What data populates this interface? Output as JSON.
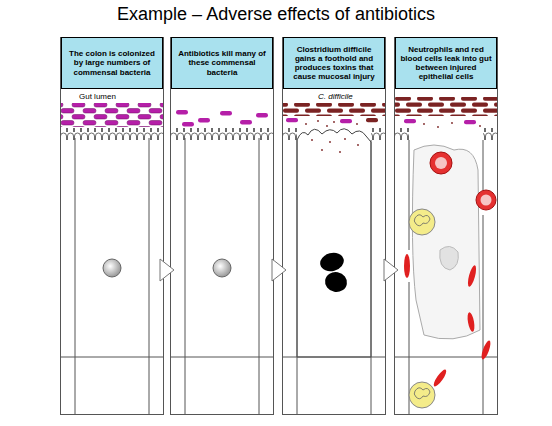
{
  "diagram": {
    "title": "Example – Adverse effects of antibiotics",
    "nodes": [
      {
        "text": [
          "The colon is colonized by large numbers of commensal bacteria"
        ]
      },
      {
        "text": [
          "Antibiotics kill many of these commensal bacteria"
        ]
      },
      {
        "text": [
          "Clostridium difficile gains a foothold and produces toxins that cause mucosal injury"
        ]
      },
      {
        "text": [
          "Neutrophils and red blood cells leak into gut between injured epithelial cells"
        ]
      }
    ],
    "edges": [
      {
        "from": 0,
        "to": 1,
        "arrow": "to"
      },
      {
        "from": 1,
        "to": 2,
        "arrow": "to"
      },
      {
        "from": 2,
        "to": 3,
        "arrow": "to"
      }
    ],
    "labels": [
      "Gut lumen",
      "C. difficile"
    ]
  }
}
